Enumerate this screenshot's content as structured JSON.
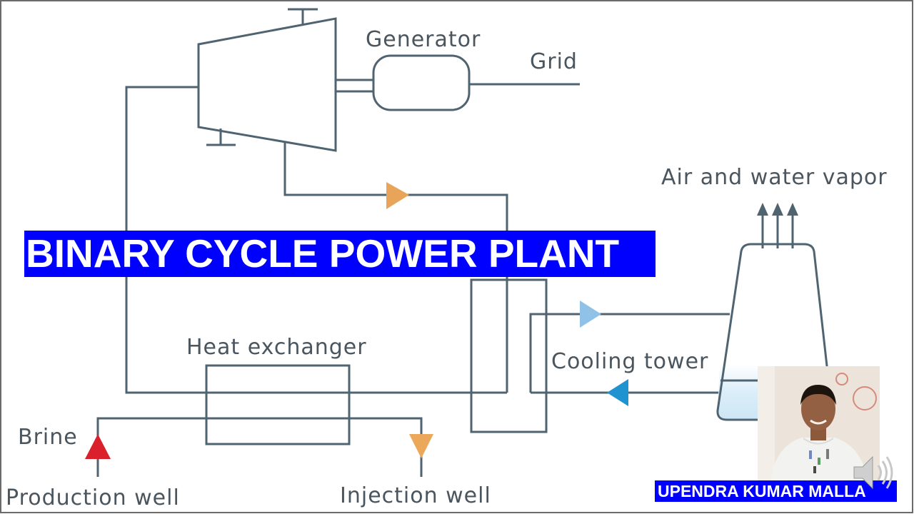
{
  "title": "BINARY CYCLE POWER PLANT",
  "labels": {
    "generator": "Generator",
    "grid": "Grid",
    "air_vapor": "Air and water vapor",
    "heat_exchanger": "Heat exchanger",
    "cooling_tower": "Cooling tower",
    "brine": "Brine",
    "production_well": "Production well",
    "injection_well": "Injection  well"
  },
  "presenter": "UPENDRA KUMAR MALLA",
  "icons": [
    "speaker-icon",
    "up-arrow-icon",
    "flow-arrow-icon"
  ],
  "colors": {
    "banner": "#0000ff",
    "pipe": "#4f6470",
    "hot_flow": "#e8a55a",
    "cool_flow": "#8fc2e6",
    "return_flow": "#1f93cf",
    "brine": "#d9202b",
    "injection": "#eba85a",
    "tower_water": "#d6eaf6"
  }
}
